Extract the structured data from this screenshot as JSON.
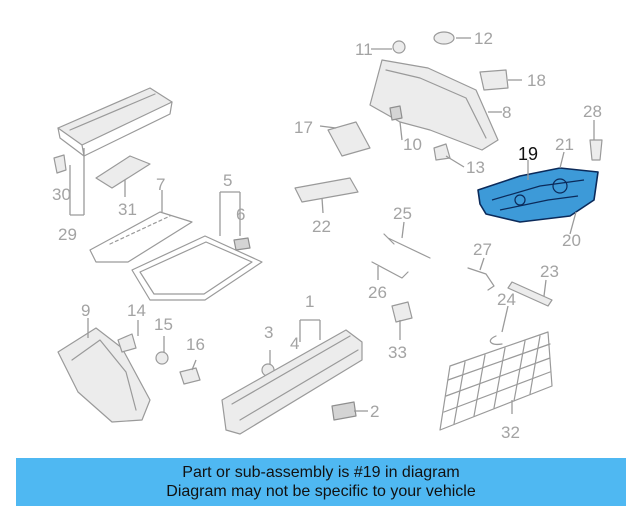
{
  "diagram": {
    "callouts": [
      "1",
      "2",
      "3",
      "4",
      "5",
      "6",
      "7",
      "8",
      "9",
      "10",
      "11",
      "12",
      "13",
      "14",
      "15",
      "16",
      "17",
      "18",
      "19",
      "20",
      "21",
      "22",
      "23",
      "24",
      "25",
      "26",
      "27",
      "28",
      "29",
      "30",
      "31",
      "32",
      "33"
    ],
    "highlighted_part": "19",
    "highlight_color": "#3d9ad8",
    "line_color": "#9a9a9a"
  },
  "banner": {
    "line1": "Part or sub-assembly is #19 in diagram",
    "line2": "Diagram may not be specific to your vehicle",
    "background": "#4fb8f2"
  }
}
